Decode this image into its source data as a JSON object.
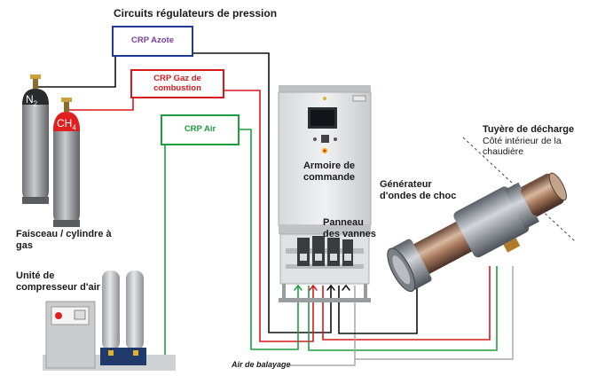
{
  "title": "Circuits régulateurs de pression",
  "boxes": {
    "azote": {
      "label": "CRP Azote",
      "color": "#7b3f98",
      "border": "#1f3a93"
    },
    "gaz": {
      "label": "CRP Gaz de combustion",
      "color": "#d7191c",
      "border": "#d7191c"
    },
    "air": {
      "label": "CRP Air",
      "color": "#1e9e3e",
      "border": "#1e9e3e"
    }
  },
  "cylinders": {
    "n2": {
      "formula": "N2",
      "symbol": "N",
      "sub": "2"
    },
    "ch4": {
      "formula": "CH4",
      "symbol": "CH",
      "sub": "4"
    }
  },
  "labels": {
    "faisceau": "Faisceau / cylindre à gas",
    "compresseur": "Unité de compresseur d'air",
    "armoire": "Armoire de commande",
    "panneau": "Panneau des vannes",
    "generateur": "Générateur d'ondes de choc",
    "tuyere_title": "Tuyère de décharge",
    "tuyere_sub": "Côté intérieur de la chaudière",
    "balayage": "Air de balayage"
  },
  "colors": {
    "n2_line": "#111111",
    "gas_line": "#d7191c",
    "air_line": "#1e9e3e",
    "purge_line": "#aaaaaa"
  }
}
